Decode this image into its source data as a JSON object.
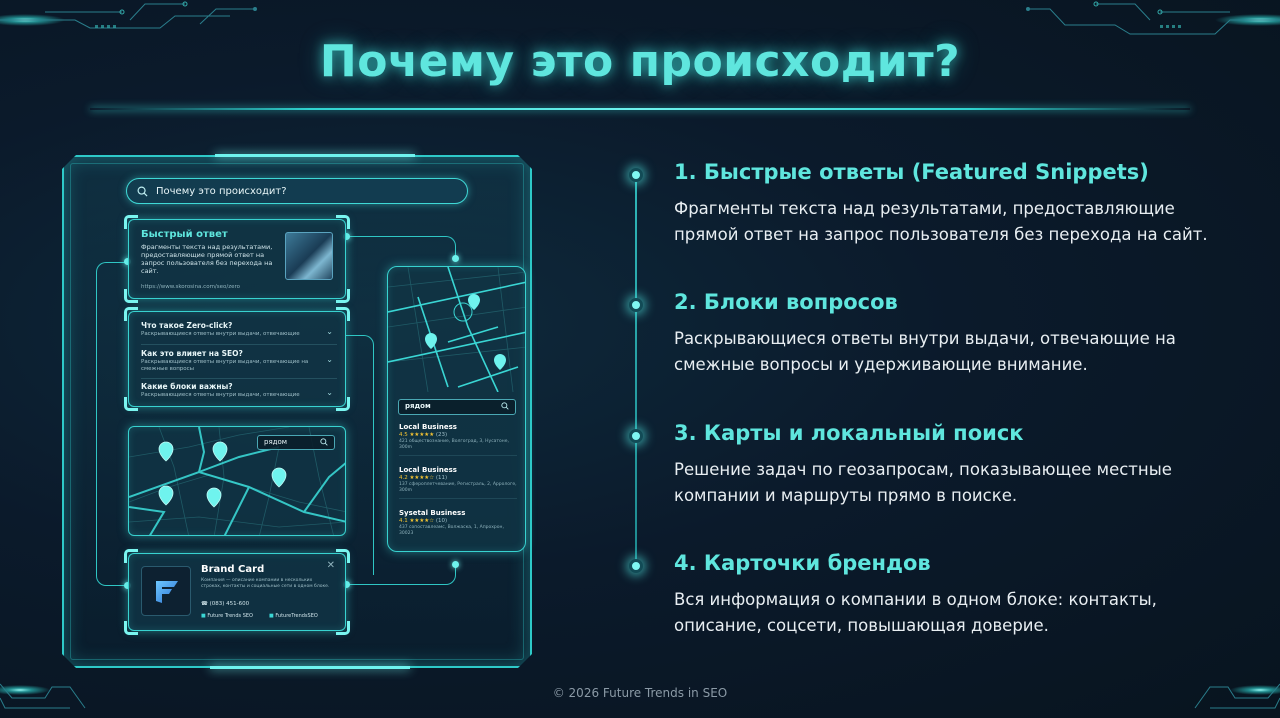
{
  "slide": {
    "title": "Почему это происходит?",
    "footer": "© 2026 Future Trends in SEO"
  },
  "colors": {
    "accent": "#5fe6de",
    "glow": "#6ff3ee",
    "background": "#0b1a2b",
    "text": "#e8eef2",
    "star": "#f1c232"
  },
  "illustration": {
    "search": {
      "icon": "search-icon",
      "query": "Почему это происходит?"
    },
    "snippet_card": {
      "title": "Быстрый ответ",
      "text": "Фрагменты текста над результатами, предоставляющие прямой ответ на запрос пользователя без перехода на сайт.",
      "url": "https://www.skorosina.com/seo/zero",
      "thumbnail_icon": "image-thumbnail"
    },
    "faq_card": {
      "items": [
        {
          "question": "Что такое Zero-click?",
          "answer": "Раскрывающиеся ответы внутри выдачи, отвечающие",
          "icon": "chevron-down-icon"
        },
        {
          "question": "Как это влияет на SEO?",
          "answer": "Раскрывающиеся ответы внутри выдачи, отвечающие на смежные вопросы",
          "icon": "chevron-down-icon"
        },
        {
          "question": "Какие блоки важны?",
          "answer": "Раскрывающиеся ответы внутри выдачи, отвечающие",
          "icon": "chevron-down-icon"
        }
      ]
    },
    "map_card": {
      "search_value": "рядом",
      "icon": "search-icon"
    },
    "brand_card": {
      "title": "Brand Card",
      "description": "Компания — описание компании в нескольких строках, контакты и социальные сети в одном блоке.",
      "phone": "(083) 451-600",
      "social_1": "Future Trends SEO",
      "social_2": "FutureTrendsSEO",
      "close_icon": "close-icon",
      "logo_letter": "F"
    },
    "phone_card": {
      "search_value": "рядом",
      "results": [
        {
          "name": "Local Business",
          "rating": "4.5",
          "stars": "★★★★★",
          "count": "(23)",
          "address": "421 обществознание, Волгоград, 3, Нусатоне, 300m"
        },
        {
          "name": "Local Business",
          "rating": "4.2",
          "stars": "★★★★☆",
          "count": "(11)",
          "address": "137 сфероплетчевание, Регистраль, 2, Аррологе, 300m"
        },
        {
          "name": "Sysetal Business",
          "rating": "4.1",
          "stars": "★★★★☆",
          "count": "(10)",
          "address": "437 сопоставлеамс, Волжаска, 1, Апрохрон, 30023"
        }
      ]
    }
  },
  "points": [
    {
      "title": "1. Быстрые ответы (Featured Snippets)",
      "description": "Фрагменты текста над результатами, предоставляющие прямой ответ на запрос пользователя без перехода на сайт."
    },
    {
      "title": "2. Блоки вопросов",
      "description": "Раскрывающиеся ответы внутри выдачи, отвечающие на смежные вопросы и удерживающие внимание."
    },
    {
      "title": "3. Карты и локальный поиск",
      "description": "Решение задач по геозапросам, показывающее местные компании и маршруты прямо в поиске."
    },
    {
      "title": "4. Карточки брендов",
      "description": "Вся информация о компании в одном блоке: контакты, описание, соцсети, повышающая доверие."
    }
  ]
}
